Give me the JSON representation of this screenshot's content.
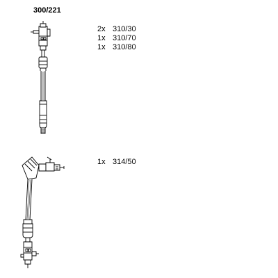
{
  "title": "300/221",
  "group_a": [
    {
      "qty": "2x",
      "part": "310/30"
    },
    {
      "qty": "1x",
      "part": "310/70"
    },
    {
      "qty": "1x",
      "part": "310/80"
    }
  ],
  "group_b": [
    {
      "qty": "1x",
      "part": "314/50"
    }
  ]
}
